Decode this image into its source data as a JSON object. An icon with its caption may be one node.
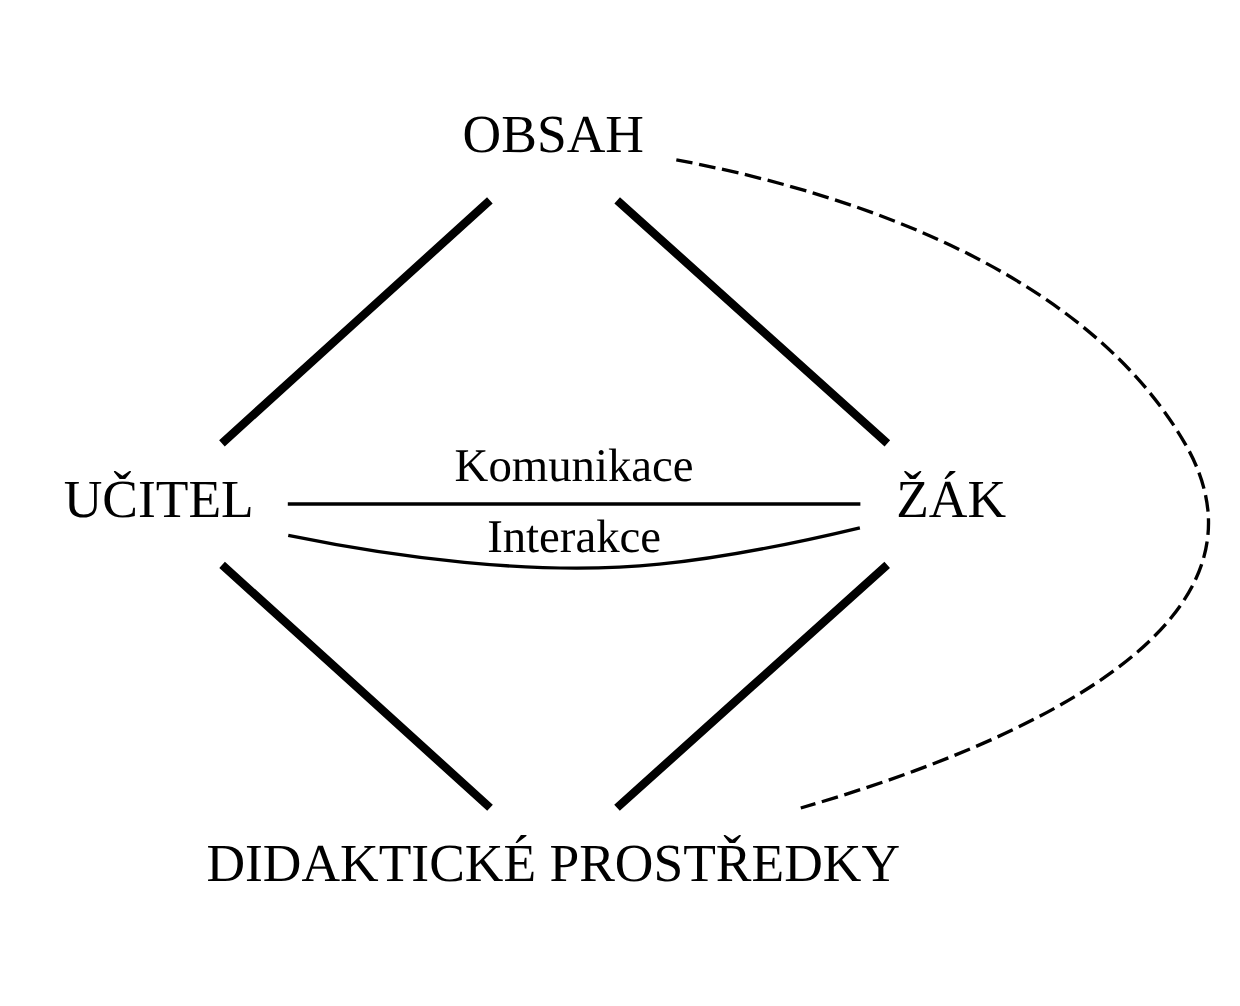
{
  "diagram": {
    "nodes": [
      {
        "text": [
          "OBSAH"
        ]
      },
      {
        "text": [
          "UČITEL"
        ]
      },
      {
        "text": [
          "ŽÁK"
        ]
      },
      {
        "text": [
          "DIDAKTICKÉ PROSTŘEDKY"
        ]
      }
    ],
    "edges": [
      {
        "from": 0,
        "to": 1,
        "arrow": "none"
      },
      {
        "from": 0,
        "to": 2,
        "arrow": "none"
      },
      {
        "from": 1,
        "to": 2,
        "arrow": "none",
        "label": "Interakce"
      },
      {
        "from": 1,
        "to": 2,
        "arrow": "none",
        "label": "Komunikace"
      },
      {
        "from": 1,
        "to": 3,
        "arrow": "none"
      },
      {
        "from": 2,
        "to": 3,
        "arrow": "none"
      },
      {
        "from": 0,
        "to": 3,
        "arrow": "none",
        "style": "dashed"
      }
    ]
  }
}
